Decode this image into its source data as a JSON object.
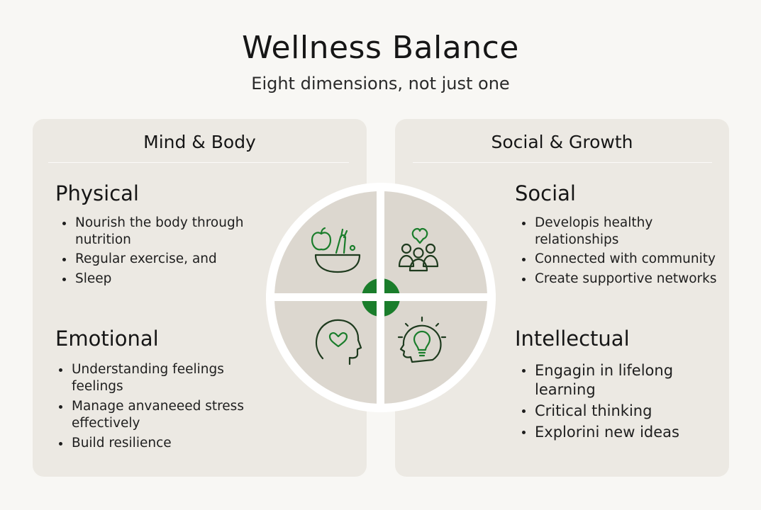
{
  "header": {
    "title": "Wellness Balance",
    "subtitle": "Eight dimensions, not just one"
  },
  "colors": {
    "accent": "#1a7d2b",
    "panel": "#ece9e3",
    "wheel_segment": "#dcd7cf"
  },
  "panels": {
    "left": {
      "title": "Mind & Body",
      "sections": [
        {
          "heading": "Physical",
          "items": [
            "Nourish the body through nutrition",
            "Regular exercise, and",
            "Sleep"
          ]
        },
        {
          "heading": "Emotional",
          "items": [
            "Understanding feelings feelings",
            "Manage anvaneeed stress effectively",
            "Build resilience"
          ]
        }
      ]
    },
    "right": {
      "title": "Social & Growth",
      "sections": [
        {
          "heading": "Social",
          "items": [
            "Developis healthy relationships",
            "Connected with community",
            "Create supportive networks"
          ]
        },
        {
          "heading": "Intellectual",
          "items": [
            "Engagin in lifelong learning",
            "Critical thinking",
            "Explorini new ideas"
          ]
        }
      ]
    }
  },
  "wheel": {
    "icons": [
      "nutrition-icon",
      "community-icon",
      "emotional-head-icon",
      "idea-head-icon"
    ]
  }
}
